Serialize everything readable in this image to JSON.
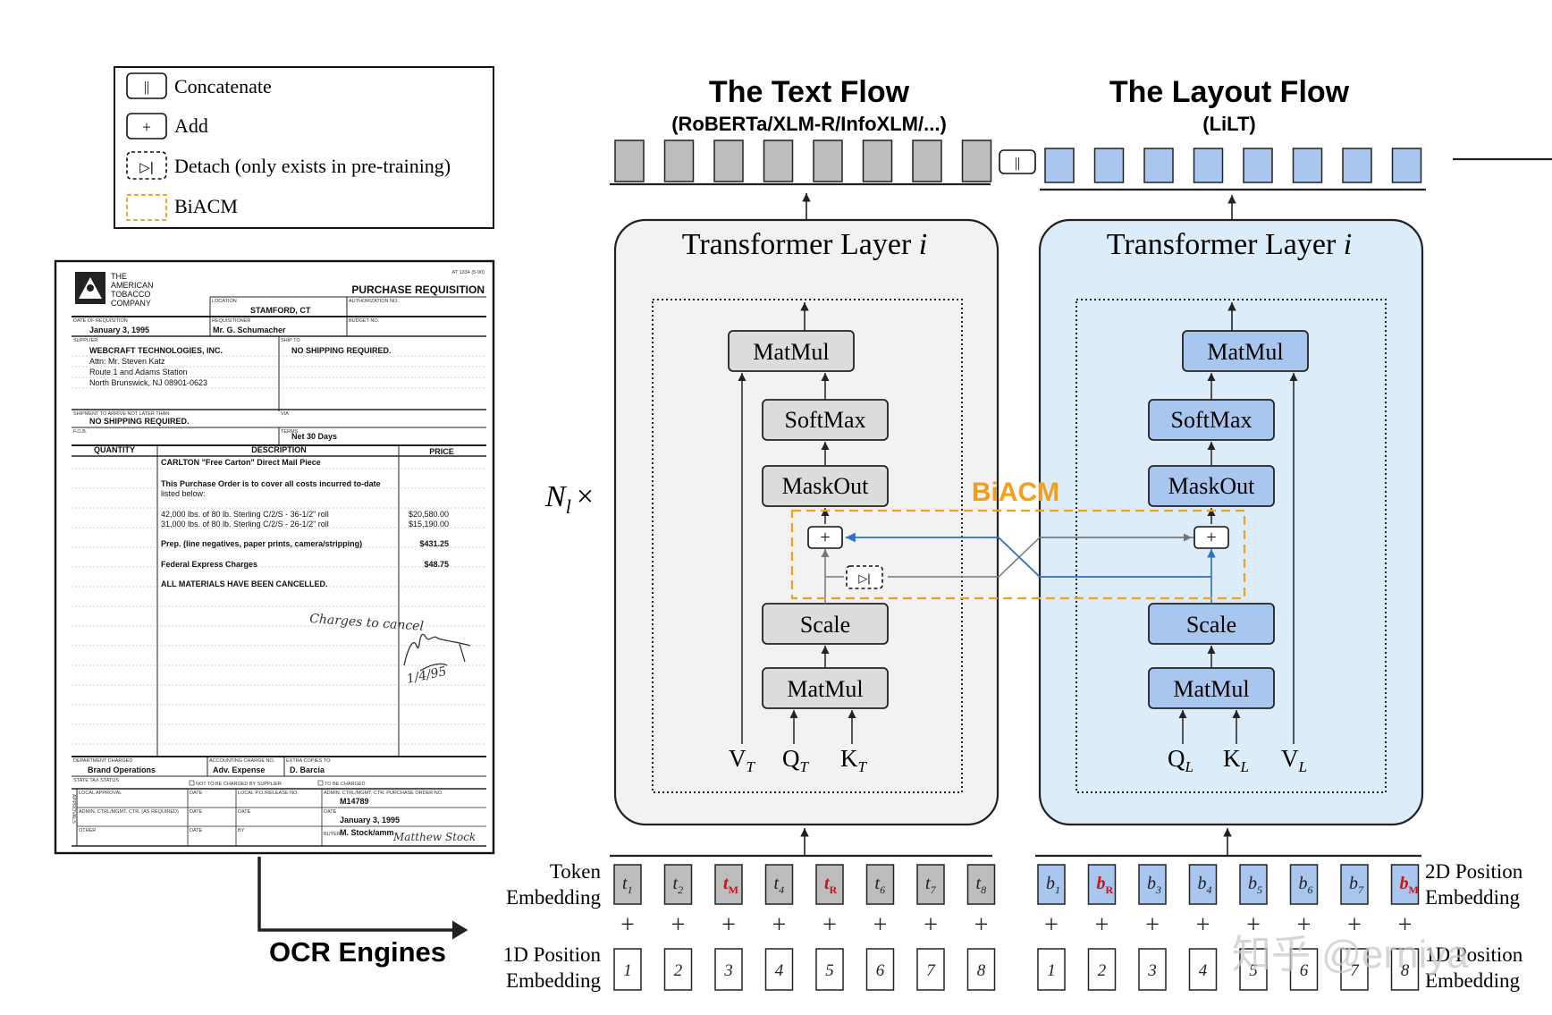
{
  "legend": {
    "concat_symbol": "||",
    "concat_label": "Concatenate",
    "add_symbol": "+",
    "add_label": "Add",
    "detach_symbol": "▷|",
    "detach_label": "Detach (only exists in pre-training)",
    "biacm_label": "BiACM"
  },
  "document": {
    "logo_line1": "THE",
    "logo_line2": "AMERICAN",
    "logo_line3": "TOBACCO",
    "logo_line4": "COMPANY",
    "form_code": "AT 1334 (5-90)",
    "title": "PURCHASE REQUISITION",
    "location_caption": "LOCATION",
    "location": "STAMFORD, CT",
    "authorization_caption": "AUTHORIZATION NO.",
    "date_caption": "DATE OF REQUISITION",
    "date": "January 3, 1995",
    "requisitioner_caption": "REQUISITIONER",
    "requisitioner": "Mr. G. Schumacher",
    "budget_caption": "BUDGET NO.",
    "supplier_caption": "SUPPLIER",
    "ship_to_caption": "SHIP TO",
    "supplier_line1": "WEBCRAFT TECHNOLOGIES, INC.",
    "supplier_line2": "Attn: Mr. Steven Katz",
    "supplier_line3": "Route 1 and Adams Station",
    "supplier_line4": "North Brunswick, NJ 08901-0623",
    "ship_to": "NO SHIPPING REQUIRED.",
    "shipment_caption": "SHIPMENT TO ARRIVE NOT LATER THAN",
    "via_caption": "VIA",
    "shipment": "NO SHIPPING REQUIRED.",
    "fob_caption": "F.O.B.",
    "terms_caption": "TERMS",
    "terms": "Net 30 Days",
    "col_quantity": "QUANTITY",
    "col_description": "DESCRIPTION",
    "col_price": "PRICE",
    "desc_line1": "CARLTON \"Free Carton\" Direct Mail Piece",
    "desc_line2": "This Purchase Order is to cover all costs incurred to-date",
    "desc_line3": "listed below:",
    "desc_line4": "42,000 lbs. of 80 lb. Sterling C/2/S - 36-1/2\" roll",
    "price_line4": "$20,580.00",
    "desc_line5": "31,000 lbs. of 80 lb. Sterling C/2/S - 26-1/2\" roll",
    "price_line5": "$15,190.00",
    "desc_line6": "Prep. (line negatives, paper prints, camera/stripping)",
    "price_line6": "$431.25",
    "desc_line7": "Federal Express Charges",
    "price_line7": "$48.75",
    "desc_line8": "ALL MATERIALS HAVE BEEN CANCELLED.",
    "handwriting_note": "Charges to cancel",
    "handwriting_date": "1/4/95",
    "dept_caption": "DEPARTMENT CHARGED",
    "dept": "Brand Operations",
    "account_caption": "ACCOUNTING CHARGE NO.",
    "account": "Adv. Expense",
    "copies_caption": "EXTRA COPIES TO:",
    "copies": "D. Barcia",
    "state_tax_caption": "STATE TAX STATUS",
    "not_charged_caption": "NOT TO BE CHARGED BY SUPPLIER",
    "to_be_charged_caption": "TO BE CHARGED",
    "local_approval_caption": "LOCAL APPROVAL",
    "date_caption_small": "DATE",
    "local_po_caption": "LOCAL P.O./RELEASE NO.",
    "admin_caption": "ADMIN. CTRL/MGMT. CTR. PURCHASE ORDER NO.",
    "po_number": "M14789",
    "admin2_caption": "ADMIN. CTRL/MGMT. CTR. (AS REQUIRED)",
    "po_date": "January 3, 1995",
    "other_caption": "OTHER",
    "by_caption": "BY",
    "buyer_caption": "BUYER",
    "buyer": "M. Stock/amm",
    "signature_text": "Matthew Stock",
    "approval_letters": "APPROVALS"
  },
  "ocr_label": "OCR Engines",
  "text_flow": {
    "title": "The Text Flow",
    "subtitle": "(RoBERTa/XLM-R/InfoXLM/...)",
    "layer_title_prefix": "Transformer Layer",
    "layer_title_var": "i",
    "matmul_top": "MatMul",
    "softmax": "SoftMax",
    "maskout": "MaskOut",
    "scale": "Scale",
    "matmul_bottom": "MatMul",
    "v_base": "V",
    "v_sub": "T",
    "q_base": "Q",
    "q_sub": "T",
    "k_base": "K",
    "k_sub": "T"
  },
  "layout_flow": {
    "title": "The Layout Flow",
    "subtitle": "(LiLT)",
    "layer_title_prefix": "Transformer Layer",
    "layer_title_var": "i",
    "matmul_top": "MatMul",
    "softmax": "SoftMax",
    "maskout": "MaskOut",
    "scale": "Scale",
    "matmul_bottom": "MatMul",
    "q_base": "Q",
    "q_sub": "L",
    "k_base": "K",
    "k_sub": "L",
    "v_base": "V",
    "v_sub": "L"
  },
  "concat_symbol": "||",
  "biacm_label": "BiACM",
  "repeat": {
    "base": "N",
    "sub": "l",
    "times": "×"
  },
  "plus_symbol": "+",
  "detach_symbol": "▷|",
  "token_embedding_label_line1": "Token",
  "token_embedding_label_line2": "Embedding",
  "pos1d_label_left_line1": "1D Position",
  "pos1d_label_left_line2": "Embedding",
  "pos2d_label_line1": "2D Position",
  "pos2d_label_line2": "Embedding",
  "pos1d_label_right_line1": "1D Position",
  "pos1d_label_right_line2": "Embedding",
  "text_tokens": [
    {
      "base": "t",
      "sub": "1",
      "masked": false
    },
    {
      "base": "t",
      "sub": "2",
      "masked": false
    },
    {
      "base": "t",
      "sub": "M",
      "masked": true
    },
    {
      "base": "t",
      "sub": "4",
      "masked": false
    },
    {
      "base": "t",
      "sub": "R",
      "masked": true
    },
    {
      "base": "t",
      "sub": "6",
      "masked": false
    },
    {
      "base": "t",
      "sub": "7",
      "masked": false
    },
    {
      "base": "t",
      "sub": "8",
      "masked": false
    }
  ],
  "layout_tokens": [
    {
      "base": "b",
      "sub": "1",
      "masked": false
    },
    {
      "base": "b",
      "sub": "R",
      "masked": true
    },
    {
      "base": "b",
      "sub": "3",
      "masked": false
    },
    {
      "base": "b",
      "sub": "4",
      "masked": false
    },
    {
      "base": "b",
      "sub": "5",
      "masked": false
    },
    {
      "base": "b",
      "sub": "6",
      "masked": false
    },
    {
      "base": "b",
      "sub": "7",
      "masked": false
    },
    {
      "base": "b",
      "sub": "M",
      "masked": true
    }
  ],
  "text_positions": [
    "1",
    "2",
    "3",
    "4",
    "5",
    "6",
    "7",
    "8"
  ],
  "layout_positions": [
    "1",
    "2",
    "3",
    "4",
    "5",
    "6",
    "7",
    "8"
  ],
  "watermark": "知乎 @erniya",
  "colors": {
    "text_block_fill": "#bdbdbd",
    "layout_block_fill": "#a8c6ee",
    "text_panel_fill": "#f2f2f2",
    "layout_panel_fill": "#dcecf8",
    "text_op_fill": "#dcdcdc",
    "layout_op_fill": "#a8c6ee",
    "biacm_orange": "#f0a020",
    "cross_blue": "#2f6fbf",
    "masked_red": "#d01010"
  }
}
